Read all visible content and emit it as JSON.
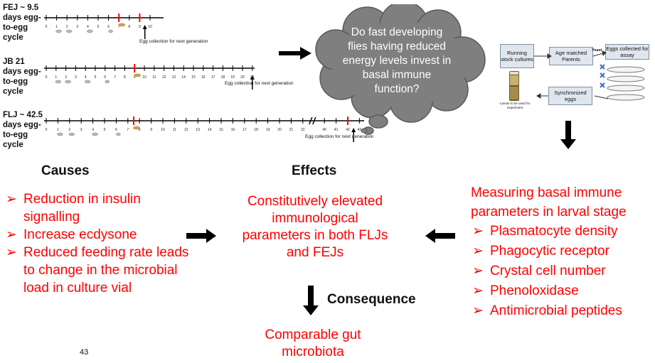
{
  "timelines": [
    {
      "label": "FEJ ~ 9.5 days egg-to-egg cycle",
      "ticks": [
        "0",
        "1",
        "2",
        "3",
        "4",
        "5",
        "6",
        "7",
        "8",
        "9",
        "10"
      ],
      "note": "Egg collection for next generation"
    },
    {
      "label": "JB 21 days egg-to-egg cycle",
      "ticks": [
        "0",
        "1",
        "2",
        "3",
        "4",
        "5",
        "6",
        "7",
        "8",
        "9",
        "10",
        "11",
        "12",
        "13",
        "14",
        "15",
        "16",
        "17",
        "18",
        "19",
        "20",
        "21"
      ],
      "note": "Egg collection for next generation"
    },
    {
      "label": "FLJ ~ 42.5 days egg-to-egg cycle",
      "ticks": [
        "0",
        "1",
        "2",
        "3",
        "4",
        "5",
        "6",
        "7",
        "8",
        "9",
        "10",
        "11",
        "12",
        "13",
        "14",
        "15",
        "16",
        "17",
        "18",
        "19",
        "20",
        "21",
        "22",
        "40",
        "41",
        "42",
        "43"
      ],
      "note": "Egg collection for next generation"
    }
  ],
  "cloud": {
    "text": "Do fast developing flies having reduced energy levels invest in basal immune function?"
  },
  "flow": {
    "running": "Running stock cultures",
    "parents": "Age matched Parents",
    "eggs_collected": "Eggs collected for assay",
    "yeast": "Yeast",
    "synchronized": "Synchronized eggs",
    "vial_caption": "Larvae to be used for experiment"
  },
  "causes": {
    "title": "Causes",
    "bullet": "➢",
    "items": [
      "Reduction in insulin signalling",
      "Increase ecdysone",
      "Reduced feeding rate leads to change in the microbial load in culture vial"
    ]
  },
  "effects": {
    "title": "Effects",
    "text": "Constitutively elevated immunological parameters in both FLJs and FEJs"
  },
  "consequence": {
    "label": "Consequence",
    "text": "Comparable gut microbiota"
  },
  "measuring": {
    "title": "Measuring basal immune parameters in larval stage",
    "bullet": "➢",
    "items": [
      "Plasmatocyte density",
      "Phagocytic receptor",
      "Crystal cell number",
      "Phenoloxidase",
      "Antimicrobial peptides"
    ]
  },
  "page_number": "43",
  "colors": {
    "accent": "#ff0000",
    "cloud": "#7f7f7f",
    "arrow": "#000000",
    "box": "#dfe6ee"
  }
}
